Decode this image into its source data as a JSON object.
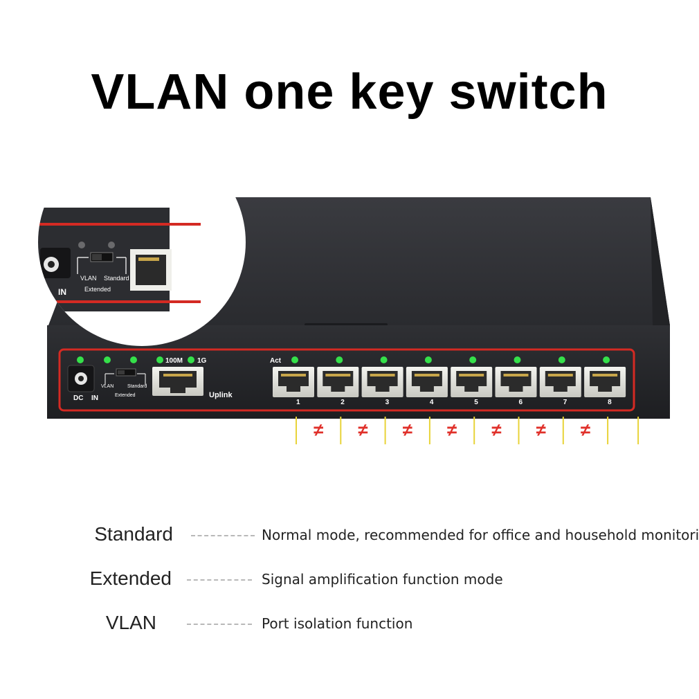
{
  "title": "VLAN one key switch",
  "device": {
    "dc_label": "DC",
    "in_label": "IN",
    "mode_switch": {
      "left": "VLAN",
      "right": "Standard",
      "bottom": "Extended"
    },
    "uplink": {
      "speed_100": "100M",
      "speed_1g": "1G",
      "label": "Uplink"
    },
    "act_label": "Act",
    "ports": [
      "1",
      "2",
      "3",
      "4",
      "5",
      "6",
      "7",
      "8"
    ],
    "isolation_symbol": "≠",
    "colors": {
      "body": "#2e2f33",
      "trim": "#d42a23",
      "led": "#35e04a",
      "separator": "#e8d338",
      "isolation": "#e0302a"
    }
  },
  "inset": {
    "in_label": "IN",
    "left": "VLAN",
    "right": "Standard",
    "bottom": "Extended"
  },
  "legend": [
    {
      "term": "Standard",
      "description": "Normal mode, recommended for office and household monitoring"
    },
    {
      "term": "Extended",
      "description": "Signal amplification function mode"
    },
    {
      "term": "VLAN",
      "description": "Port isolation function"
    }
  ]
}
